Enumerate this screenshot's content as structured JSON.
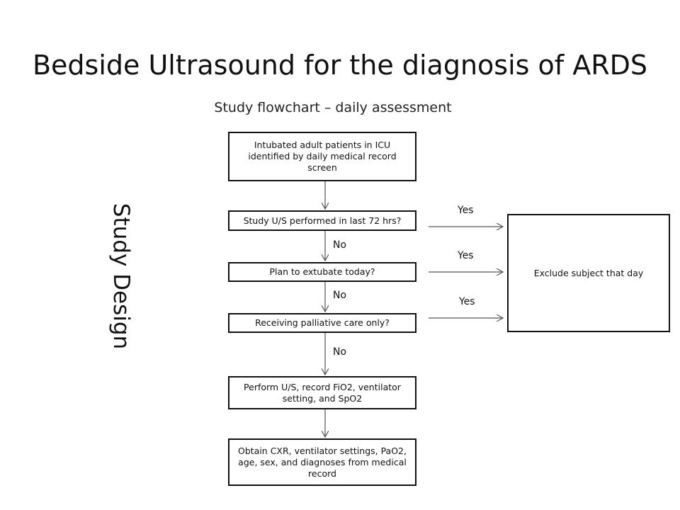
{
  "slide": {
    "title": "Bedside Ultrasound for the diagnosis of ARDS",
    "side_label": "Study Design",
    "flowchart_title": "Study flowchart – daily assessment"
  },
  "flowchart": {
    "nodes": [
      {
        "id": "identify",
        "text": "Intubated adult patients in ICU identified by daily medical record screen"
      },
      {
        "id": "recent_us",
        "text": "Study U/S performed in last 72 hrs?"
      },
      {
        "id": "extubate",
        "text": "Plan to extubate today?"
      },
      {
        "id": "palliative",
        "text": "Receiving palliative care only?"
      },
      {
        "id": "perform_us",
        "text": "Perform U/S, record FiO2, ventilator setting, and SpO2"
      },
      {
        "id": "obtain",
        "text": "Obtain CXR, ventilator settings, PaO2, age, sex, and diagnoses from medical record"
      },
      {
        "id": "exclude",
        "text": "Exclude subject that day"
      }
    ],
    "edges": [
      {
        "from": "identify",
        "to": "recent_us",
        "label": ""
      },
      {
        "from": "recent_us",
        "to": "extubate",
        "label": "No"
      },
      {
        "from": "extubate",
        "to": "palliative",
        "label": "No"
      },
      {
        "from": "palliative",
        "to": "perform_us",
        "label": "No"
      },
      {
        "from": "perform_us",
        "to": "obtain",
        "label": ""
      },
      {
        "from": "recent_us",
        "to": "exclude",
        "label": "Yes"
      },
      {
        "from": "extubate",
        "to": "exclude",
        "label": "Yes"
      },
      {
        "from": "palliative",
        "to": "exclude",
        "label": "Yes"
      }
    ]
  }
}
